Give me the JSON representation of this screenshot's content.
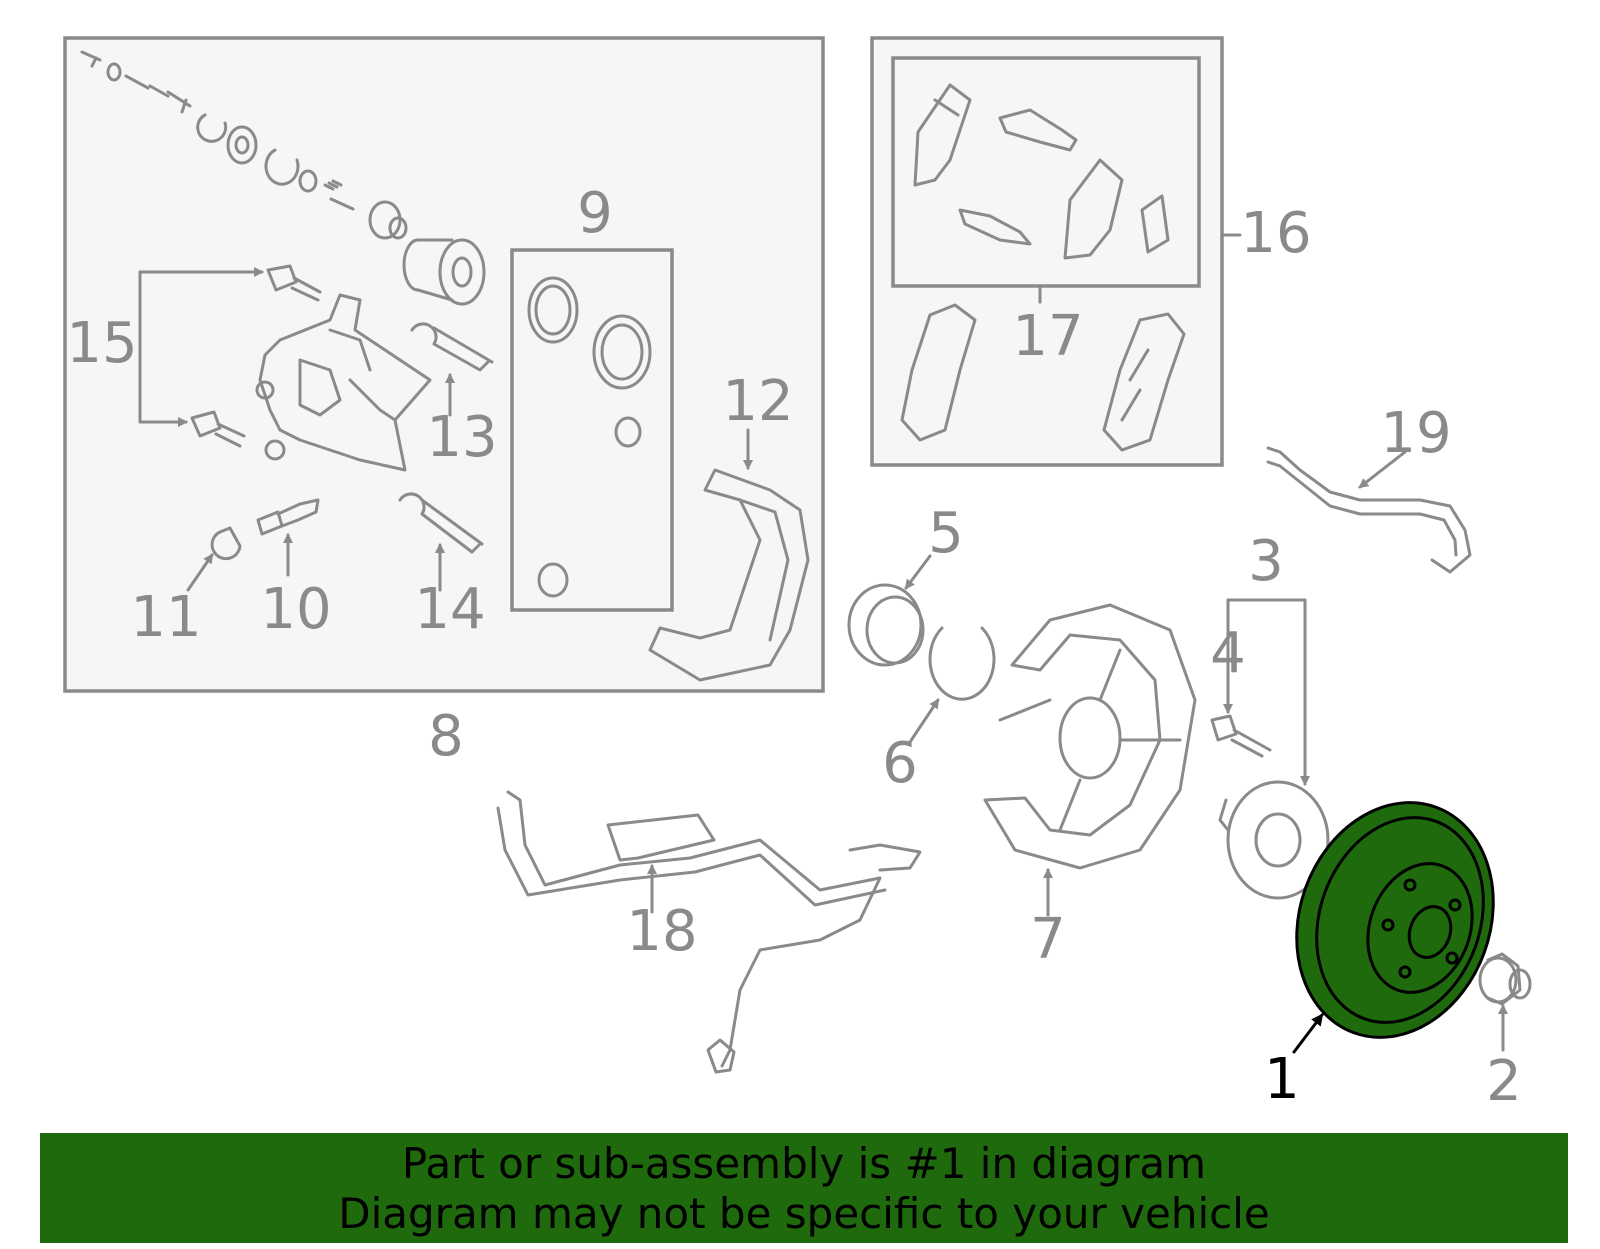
{
  "callouts": {
    "n1": "1",
    "n2": "2",
    "n3": "3",
    "n4": "4",
    "n5": "5",
    "n6": "6",
    "n7": "7",
    "n8": "8",
    "n9": "9",
    "n10": "10",
    "n11": "11",
    "n12": "12",
    "n13": "13",
    "n14": "14",
    "n15": "15",
    "n16": "16",
    "n17": "17",
    "n18": "18",
    "n19": "19"
  },
  "highlight": {
    "part": "1",
    "color": "#1e6a0c"
  },
  "banner": {
    "line1": "Part or sub-assembly is #1 in diagram",
    "line2": "Diagram may not be specific to your vehicle",
    "color": "#1e6a0c"
  }
}
